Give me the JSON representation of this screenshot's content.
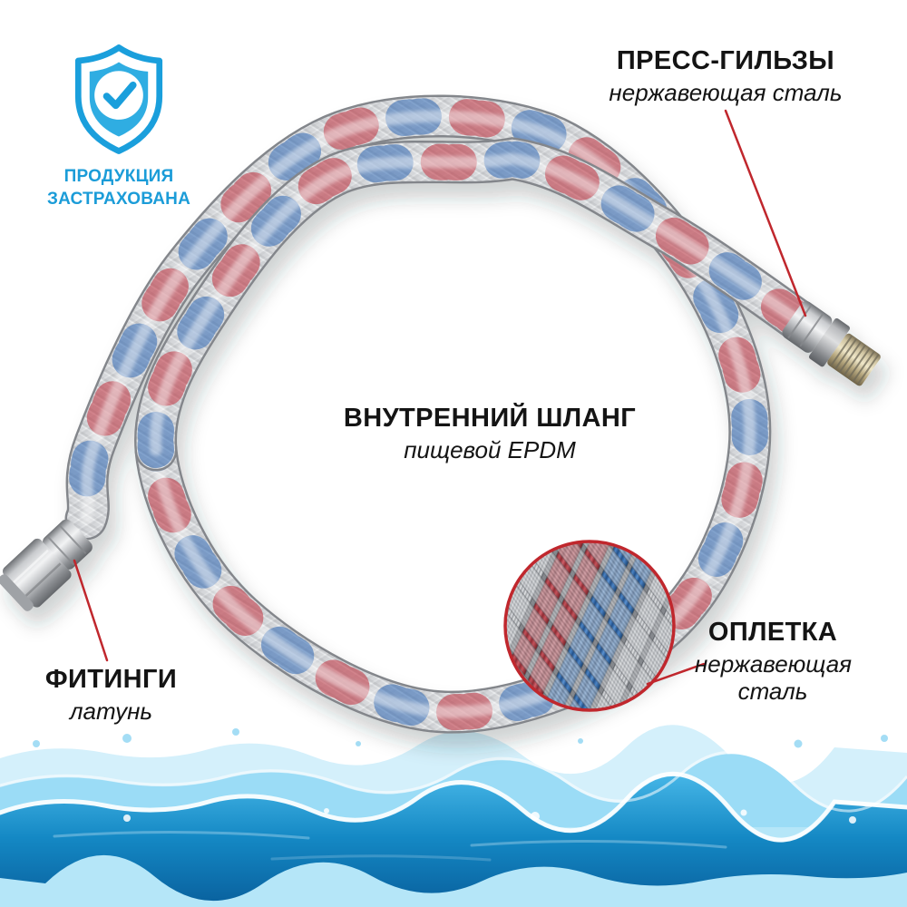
{
  "badge": {
    "icon": "shield-check-icon",
    "title_line1": "ПРОДУКЦИЯ",
    "title_line2": "ЗАСТРАХОВАНА",
    "color": "#1b9cd8"
  },
  "labels": {
    "press_sleeves": {
      "title": "ПРЕСС-ГИЛЬЗЫ",
      "subtitle": "нержавеющая сталь"
    },
    "inner_hose": {
      "title": "ВНУТРЕННИЙ ШЛАНГ",
      "subtitle": "пищевой EPDM"
    },
    "fittings": {
      "title": "ФИТИНГИ",
      "subtitle": "латунь"
    },
    "braid": {
      "title": "ОПЛЕТКА",
      "subtitle": "нержавеющая сталь"
    }
  },
  "colors": {
    "callout_line": "#c0272d",
    "badge_blue": "#1b9cd8",
    "tracer_red": "#bf3a46",
    "tracer_blue": "#3a6fb5",
    "water_deep": "#0a63a0",
    "hose_silver": "#cdcfd2"
  }
}
